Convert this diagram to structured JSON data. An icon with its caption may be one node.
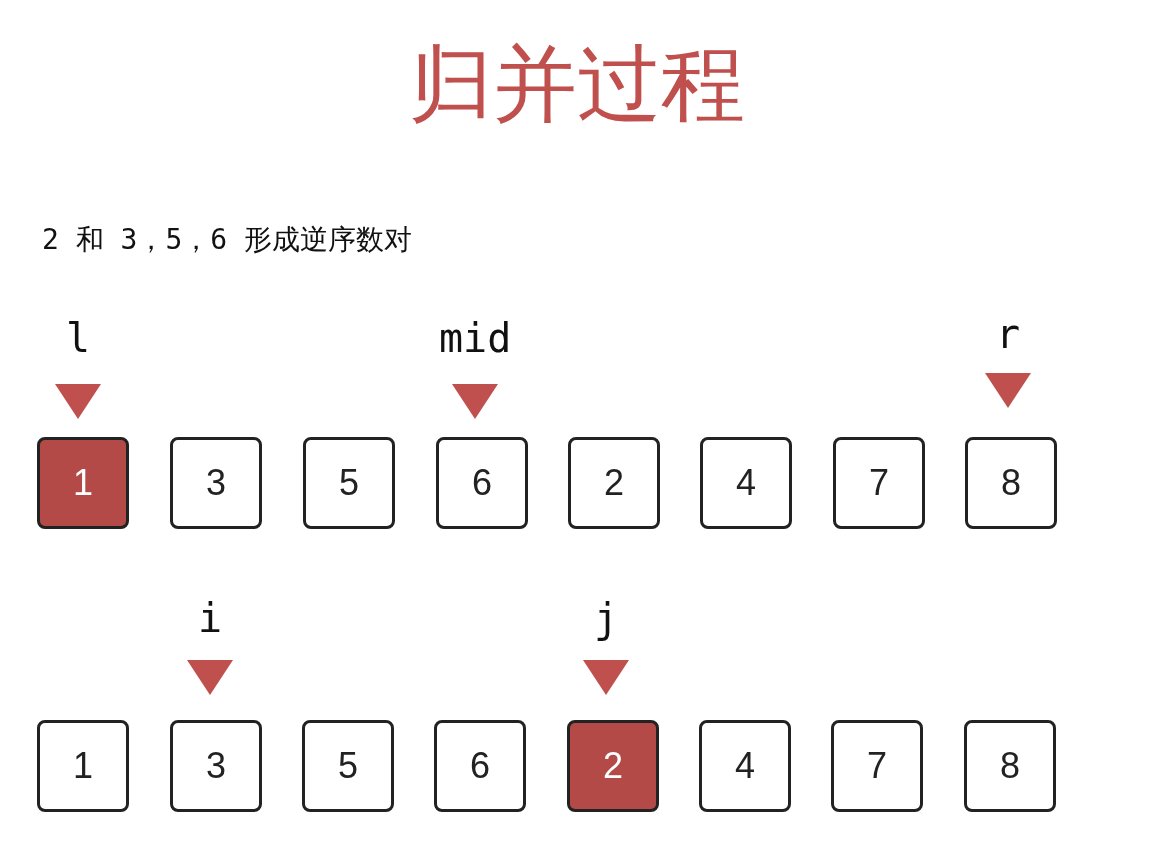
{
  "diagram": {
    "title": "归并过程",
    "nodes": [
      {
        "text": [
          "1"
        ]
      },
      {
        "text": [
          "3"
        ]
      },
      {
        "text": [
          "5"
        ]
      },
      {
        "text": [
          "6"
        ]
      },
      {
        "text": [
          "2"
        ]
      },
      {
        "text": [
          "4"
        ]
      },
      {
        "text": [
          "7"
        ]
      },
      {
        "text": [
          "8"
        ]
      },
      {
        "text": [
          "1"
        ]
      },
      {
        "text": [
          "3"
        ]
      },
      {
        "text": [
          "5"
        ]
      },
      {
        "text": [
          "6"
        ]
      },
      {
        "text": [
          "2"
        ]
      },
      {
        "text": [
          "4"
        ]
      },
      {
        "text": [
          "7"
        ]
      },
      {
        "text": [
          "8"
        ]
      }
    ],
    "edges": [],
    "labels": [
      "2 和 3，5，6 形成逆序数对",
      "l",
      "mid",
      "r",
      "i",
      "j"
    ]
  }
}
